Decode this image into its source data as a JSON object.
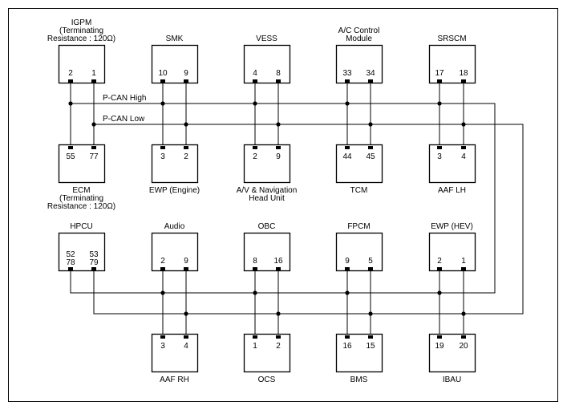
{
  "bus": {
    "high_label": "P-CAN High",
    "low_label": "P-CAN Low"
  },
  "modules": {
    "igpm": {
      "lines": [
        "IGPM",
        "(Terminating",
        "Resistance : 120Ω)"
      ],
      "pins": [
        "2",
        "1"
      ],
      "color": "#ff0000"
    },
    "smk": {
      "lines": [
        "SMK"
      ],
      "pins": [
        "10",
        "9"
      ]
    },
    "vess": {
      "lines": [
        "VESS"
      ],
      "pins": [
        "4",
        "8"
      ]
    },
    "acc": {
      "lines": [
        "A/C Control",
        "Module"
      ],
      "pins": [
        "33",
        "34"
      ]
    },
    "srscm": {
      "lines": [
        "SRSCM"
      ],
      "pins": [
        "17",
        "18"
      ]
    },
    "ecm": {
      "lines": [
        "ECM",
        "(Terminating",
        "Resistance : 120Ω)"
      ],
      "pins": [
        "55",
        "77"
      ],
      "color": "#ff0000"
    },
    "ewp_engine": {
      "lines": [
        "EWP (Engine)"
      ],
      "pins": [
        "3",
        "2"
      ]
    },
    "av_nav": {
      "lines": [
        "A/V & Navigation",
        "Head Unit"
      ],
      "pins": [
        "2",
        "9"
      ]
    },
    "tcm": {
      "lines": [
        "TCM"
      ],
      "pins": [
        "44",
        "45"
      ]
    },
    "aaf_lh": {
      "lines": [
        "AAF LH"
      ],
      "pins": [
        "3",
        "4"
      ]
    },
    "hpcu": {
      "lines": [
        "HPCU"
      ],
      "pins": [
        "52",
        "53",
        "78",
        "79"
      ]
    },
    "audio": {
      "lines": [
        "Audio"
      ],
      "pins": [
        "2",
        "9"
      ]
    },
    "obc": {
      "lines": [
        "OBC"
      ],
      "pins": [
        "8",
        "16"
      ]
    },
    "fpcm": {
      "lines": [
        "FPCM"
      ],
      "pins": [
        "9",
        "5"
      ]
    },
    "ewp_hev": {
      "lines": [
        "EWP (HEV)"
      ],
      "pins": [
        "2",
        "1"
      ]
    },
    "aaf_rh": {
      "lines": [
        "AAF RH"
      ],
      "pins": [
        "3",
        "4"
      ]
    },
    "ocs": {
      "lines": [
        "OCS"
      ],
      "pins": [
        "1",
        "2"
      ]
    },
    "bms": {
      "lines": [
        "BMS"
      ],
      "pins": [
        "16",
        "15"
      ]
    },
    "ibau": {
      "lines": [
        "IBAU"
      ],
      "pins": [
        "19",
        "20"
      ]
    }
  }
}
